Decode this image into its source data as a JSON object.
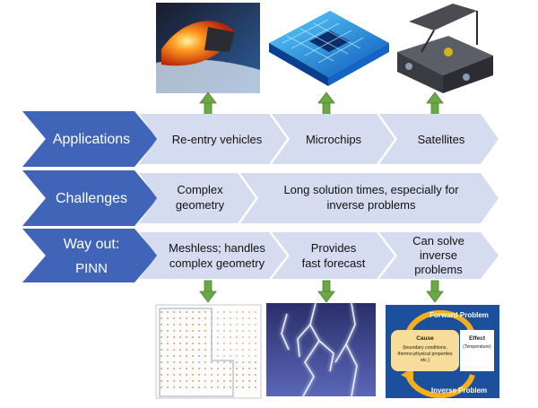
{
  "rows": [
    {
      "header": [
        "Applications"
      ],
      "cells": [
        [
          "Re-entry vehicles"
        ],
        [
          "Microchips"
        ],
        [
          "Satellites"
        ]
      ]
    },
    {
      "header": [
        "Challenges"
      ],
      "cells": [
        [
          "Complex",
          "geometry"
        ],
        [
          "Long solution times, especially for",
          "inverse problems"
        ]
      ]
    },
    {
      "header": [
        "Way out:",
        "PINN"
      ],
      "cells": [
        [
          "Meshless; handles",
          "complex geometry"
        ],
        [
          "Provides",
          "fast forecast"
        ],
        [
          "Can solve",
          "inverse",
          "problems"
        ]
      ]
    }
  ],
  "cause_effect": {
    "forward": "Forward Problem",
    "inverse": "Inverse Problem",
    "cause_title": "Cause",
    "cause_detail": [
      "(boundary conditions,",
      "thermo-physical properties",
      "etc.)"
    ],
    "effect_title": "Effect",
    "effect_detail": "(Temperature)"
  },
  "colors": {
    "header_chevron": "#3f64b8",
    "cell_chevron": "#d6dcf0",
    "arrow": "#6aaa45",
    "arrow_border": "#4d7f31"
  }
}
